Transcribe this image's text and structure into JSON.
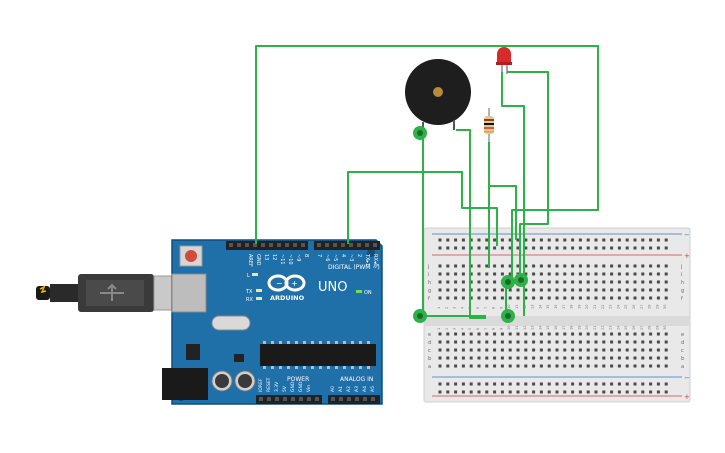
{
  "board": {
    "aref_label": "AREF",
    "gnd_label": "GND",
    "pin_numbers_high": [
      "13",
      "12",
      "~11",
      "~10",
      "~9",
      "8"
    ],
    "pin_numbers_low": [
      "7",
      "~6",
      "~5",
      "4",
      "~3",
      "2",
      "TX▸1",
      "RX◂0"
    ],
    "digital_label": "DIGITAL (PWM ~)",
    "brand_label": "ARDUINO",
    "model_label": "UNO",
    "on_label": "ON",
    "l_label": "L",
    "tx_label": "TX",
    "rx_label": "RX",
    "power_label": "POWER",
    "analog_label": "ANALOG IN",
    "power_pins": [
      "IOREF",
      "RESET",
      "3.3V",
      "5V",
      "GND",
      "GND",
      "Vin"
    ],
    "analog_pins": [
      "A0",
      "A1",
      "A2",
      "A3",
      "A4",
      "A5"
    ]
  },
  "breadboard": {
    "row_letters_top": [
      "j",
      "i",
      "h",
      "g",
      "f"
    ],
    "row_letters_bottom": [
      "e",
      "d",
      "c",
      "b",
      "a"
    ],
    "columns": 30,
    "plus": "+",
    "minus": "−"
  },
  "colors": {
    "wire": "#2fb14a",
    "board": "#1f6fa8",
    "board_edge": "#0f4f7f",
    "breadboard": "#e9e9e9",
    "rail_red": "#d23a3a",
    "rail_blue": "#3a6fd2"
  }
}
